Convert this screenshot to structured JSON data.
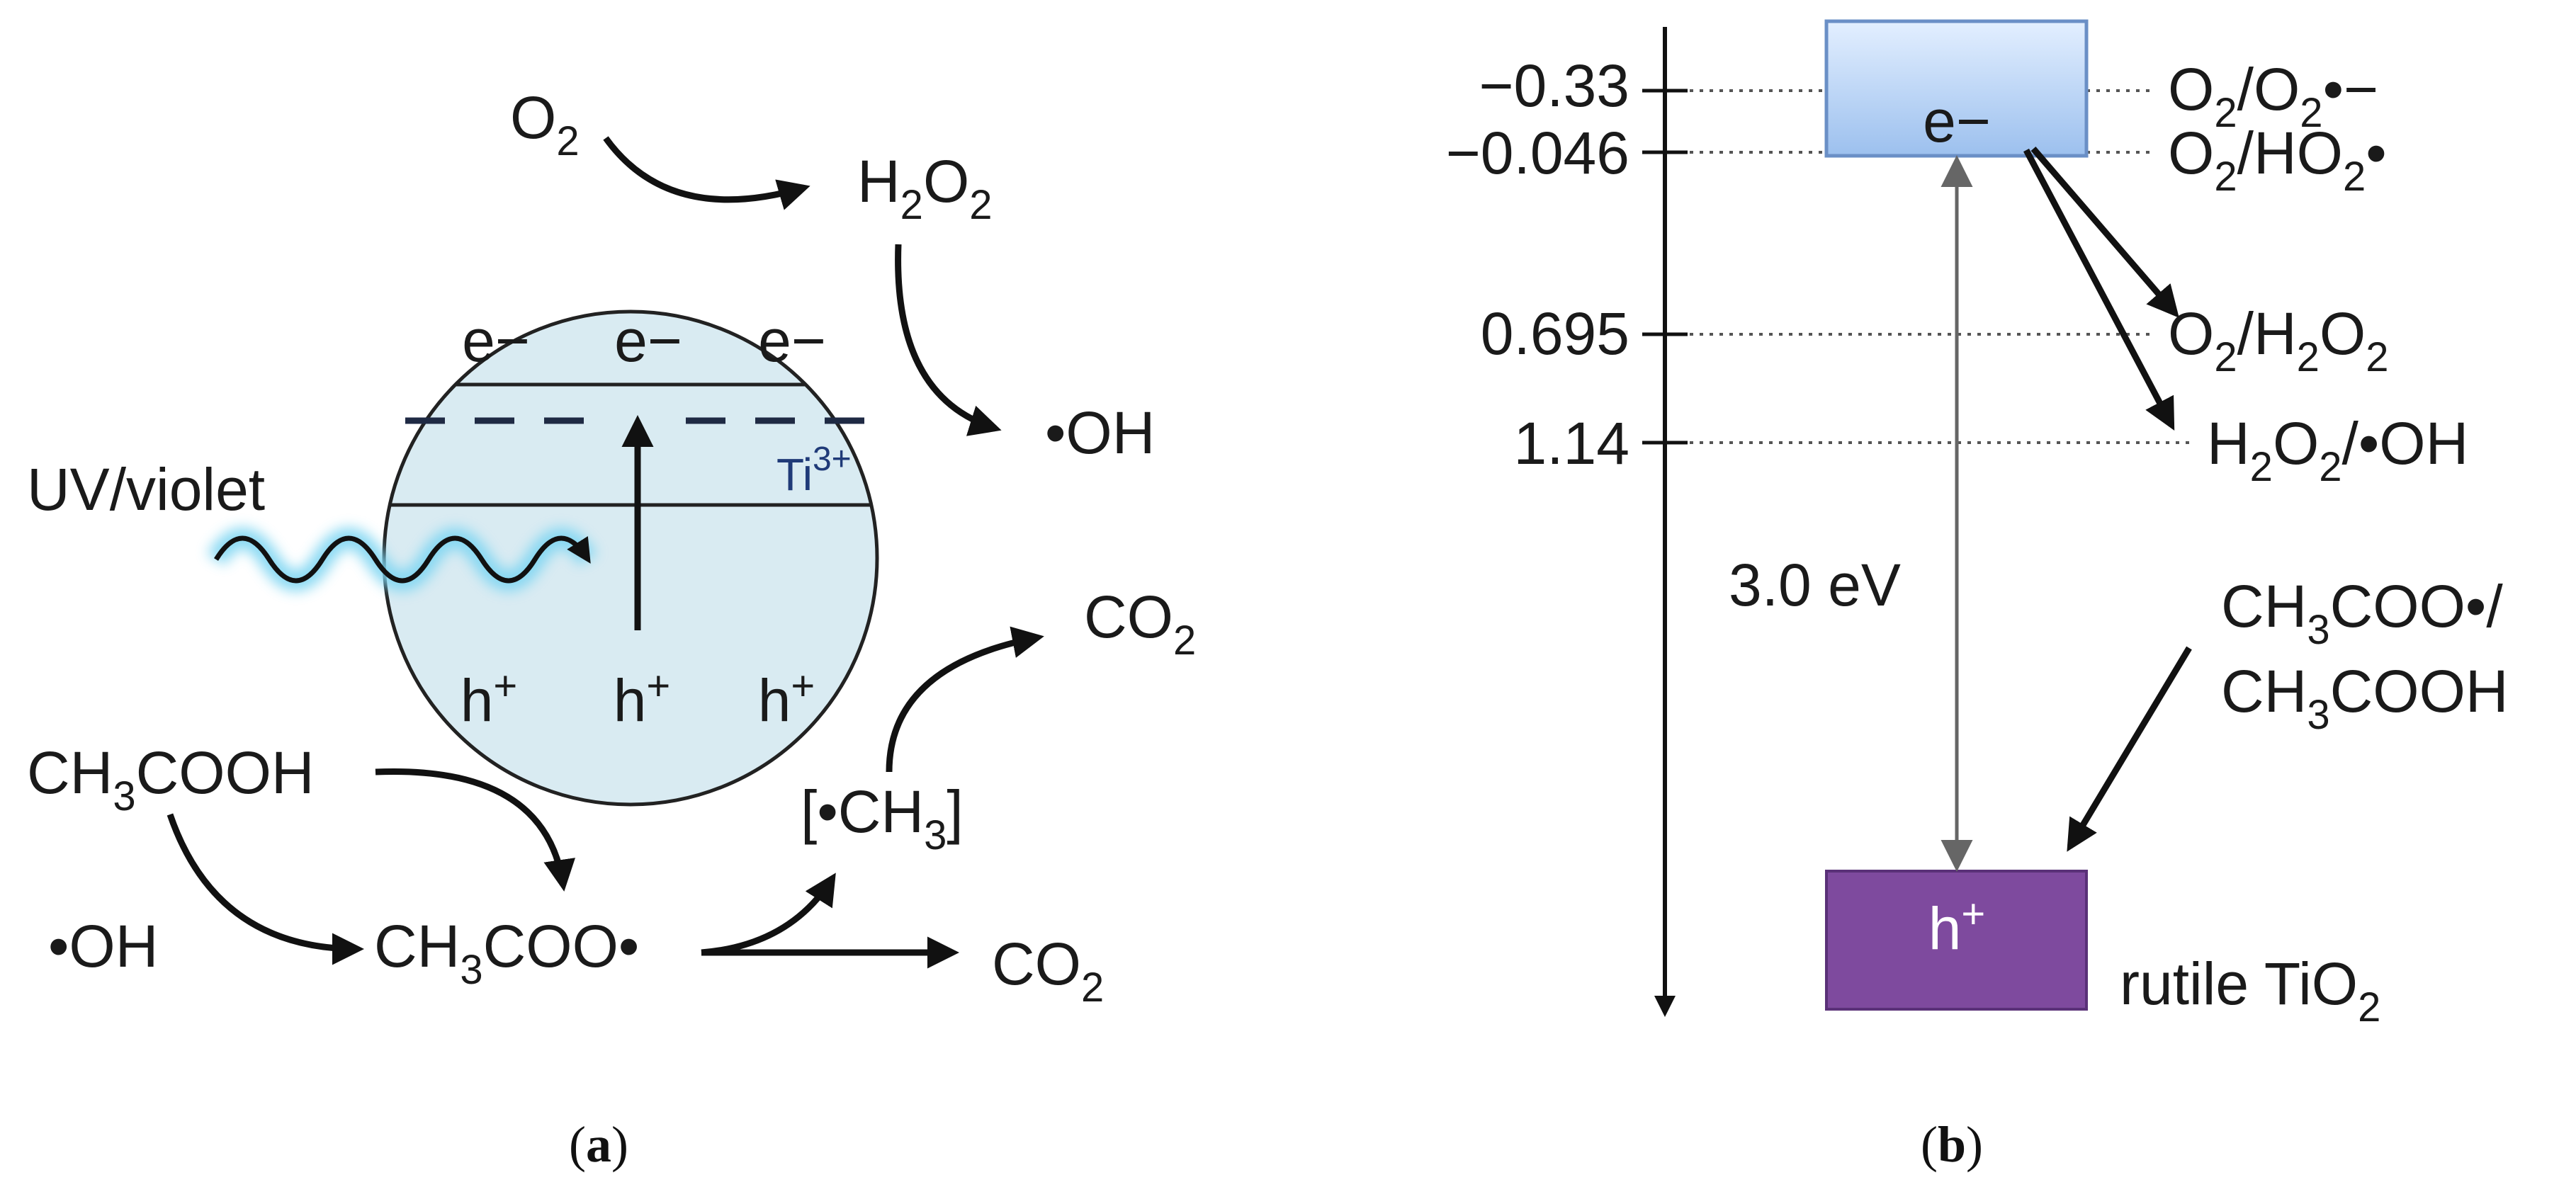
{
  "colors": {
    "particle_fill": "#d9ebf2",
    "particle_stroke": "#222222",
    "ti3_level": "#1f2a44",
    "ti3_glow": "#8fc3ff",
    "ti3_text": "#1f3a78",
    "uv_glow": "#7fd6f2",
    "cb_box_top": "#e3efff",
    "cb_box_bottom": "#9cc0ee",
    "cb_box_stroke": "#6a8fc6",
    "vb_box": "#7e4a9e",
    "vb_box_stroke": "#5a3178",
    "dotted_line": "#555555",
    "arrow": "#111111",
    "double_arrow": "#666666"
  },
  "panel_a": {
    "electrons": [
      "e−",
      "e−",
      "e−"
    ],
    "holes": [
      "h",
      "h",
      "h"
    ],
    "hole_sup": "+",
    "ti3": {
      "base": "Ti",
      "sup": "3+"
    },
    "uv_label": "UV/violet",
    "o2": {
      "base": "O",
      "sub": "2"
    },
    "h2o2": [
      "H",
      "2",
      "O",
      "2"
    ],
    "oh_radical": "•OH",
    "co2_top": [
      "CO",
      "2"
    ],
    "acetic_acid": [
      "CH",
      "3",
      "COOH"
    ],
    "oh_radical_2": "•OH",
    "acetoxyl": [
      "CH",
      "3",
      "COO•"
    ],
    "methyl": [
      "[•CH",
      "3",
      "]"
    ],
    "co2_bottom": [
      "CO",
      "2"
    ],
    "caption_letter": "a"
  },
  "panel_b": {
    "potentials": [
      "−0.33",
      "−0.046",
      "0.695",
      "1.14"
    ],
    "cb_label": "e−",
    "vb_label": {
      "base": "h",
      "sup": "+"
    },
    "gap_label": "3.0 eV",
    "couples": {
      "o2_superoxide": [
        "O",
        "2",
        "/O",
        "2",
        "•−"
      ],
      "o2_hydroperoxyl": [
        "O",
        "2",
        "/HO",
        "2",
        "•"
      ],
      "o2_h2o2": [
        "O",
        "2",
        "/H",
        "2",
        "O",
        "2"
      ],
      "h2o2_oh": [
        "H",
        "2",
        "O",
        "2",
        "/•OH"
      ]
    },
    "acetate_couple_line1": [
      "CH",
      "3",
      "COO•/"
    ],
    "acetate_couple_line2": [
      "CH",
      "3",
      "COOH"
    ],
    "material": [
      "rutile TiO",
      "2"
    ],
    "caption_letter": "b"
  }
}
